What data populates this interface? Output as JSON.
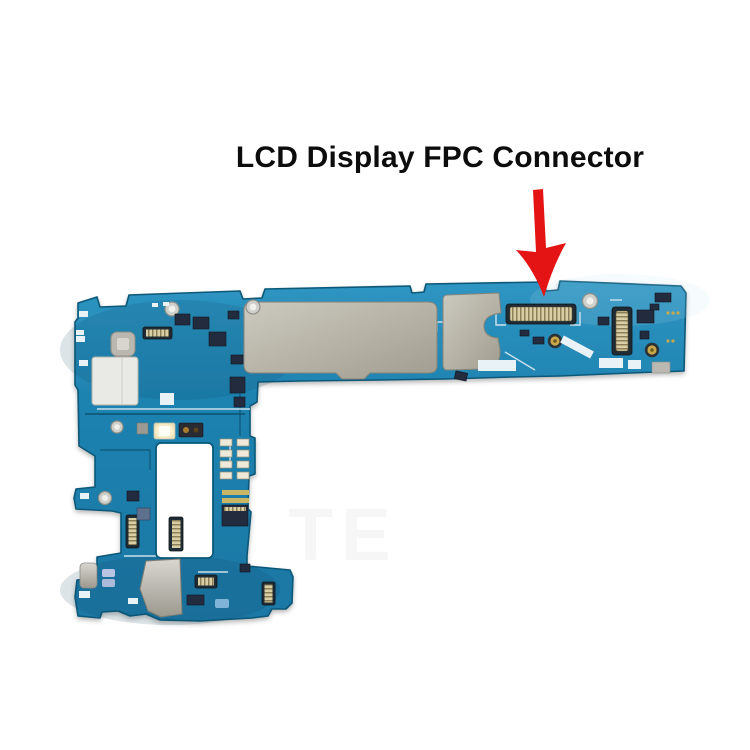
{
  "page": {
    "type": "product-photo",
    "background": "#ffffff"
  },
  "annotation": {
    "label": "LCD Display FPC Connector",
    "arrow_direction": "down"
  },
  "watermark": {
    "text": "TE"
  },
  "photo": {
    "alt": "L-shaped teal smartphone motherboard with metal EMI shields; red arrow points to the LCD display FPC connector on the top edge"
  },
  "colors": {
    "background": "#ffffff",
    "label_text": "#0c0c0c",
    "arrow_red": "#e51414",
    "board_teal": "#1e82b0",
    "board_teal_light": "#2f95c2",
    "board_edge": "#0b5878",
    "shield_gray": "#b5b1a4",
    "shield_gray_light": "#ccc9c0",
    "silver": "#c2bfb6",
    "connector_body": "#202b33",
    "connector_gold": "#d2c48c",
    "silkscreen": "#e9f2f6",
    "antenna_gold": "#c9a84c"
  }
}
